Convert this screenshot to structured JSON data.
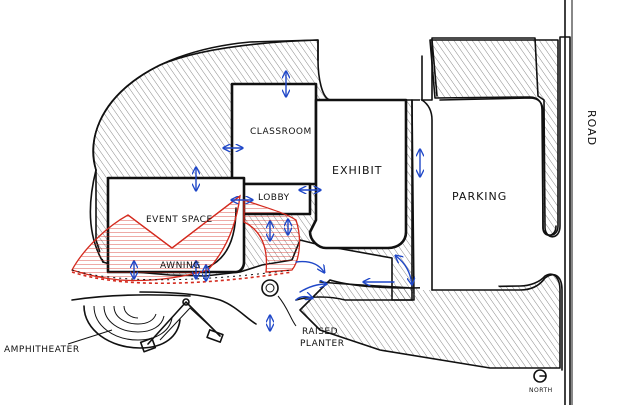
{
  "diagram": {
    "labels": {
      "classroom": "CLASSROOM",
      "exhibit": "EXHIBIT",
      "lobby": "LOBBY",
      "event_space": "EVENT SPACE",
      "awning": "AWNING",
      "parking": "PARKING",
      "road": "ROAD",
      "amphitheater": "AMPHITHEATER",
      "raised_planter_line1": "RAISED",
      "raised_planter_line2": "PLANTER",
      "north": "NORTH"
    },
    "colors": {
      "ink": "#111111",
      "circulation_arrows": "#1f47c8",
      "awning": "#d42a1e"
    },
    "icons": {
      "north_arrow": "north-arrow-icon",
      "circulation": "double-arrow-icon"
    }
  }
}
